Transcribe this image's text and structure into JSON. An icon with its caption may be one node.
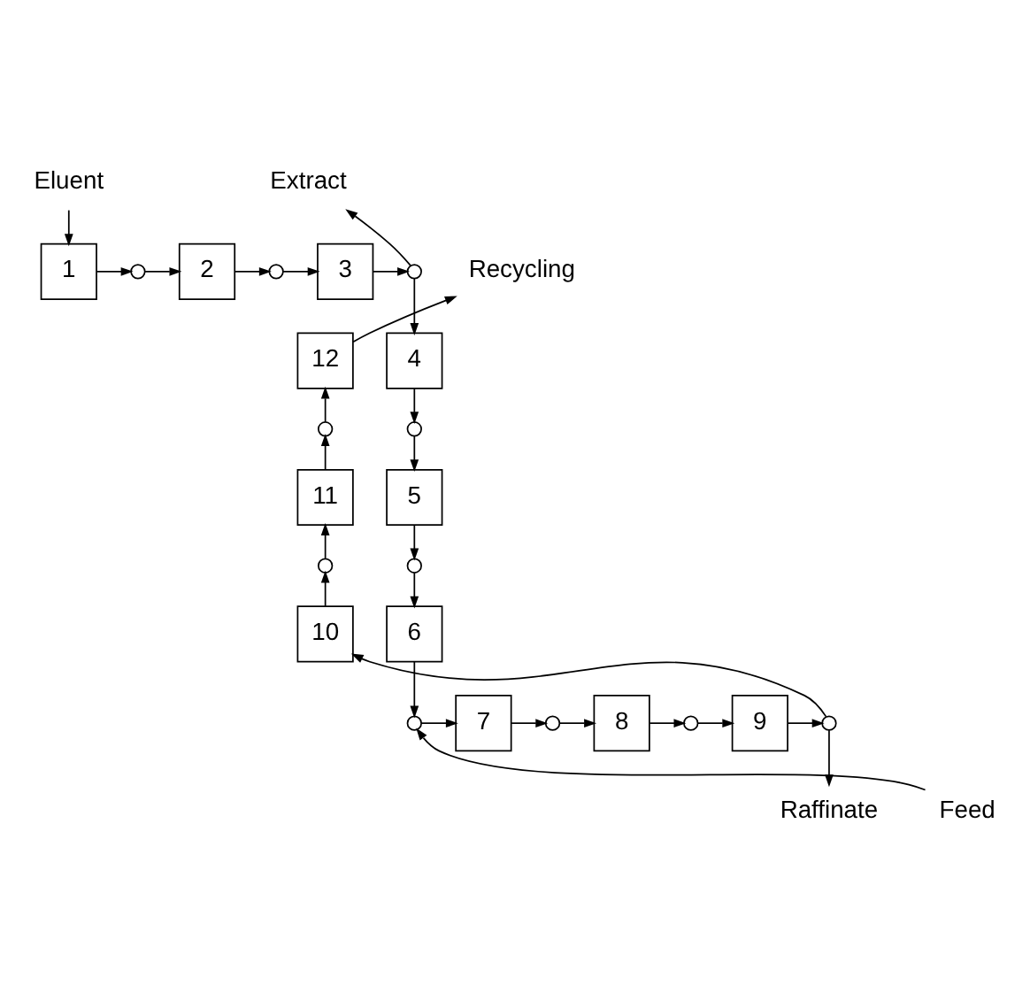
{
  "diagram": {
    "nodes": [
      {
        "text": [
          "Eluent"
        ]
      },
      {
        "text": [
          "1"
        ]
      },
      {
        "text": [],
        "shape": "circle"
      },
      {
        "text": [
          "2"
        ]
      },
      {
        "text": [],
        "shape": "circle"
      },
      {
        "text": [
          "3"
        ]
      },
      {
        "text": [],
        "shape": "circle"
      },
      {
        "text": [
          "Extract"
        ]
      },
      {
        "text": [
          "4"
        ]
      },
      {
        "text": [],
        "shape": "circle"
      },
      {
        "text": [
          "5"
        ]
      },
      {
        "text": [],
        "shape": "circle"
      },
      {
        "text": [
          "6"
        ]
      },
      {
        "text": [],
        "shape": "circle"
      },
      {
        "text": [
          "Feed"
        ]
      },
      {
        "text": [
          "7"
        ]
      },
      {
        "text": [],
        "shape": "circle"
      },
      {
        "text": [
          "8"
        ]
      },
      {
        "text": [],
        "shape": "circle"
      },
      {
        "text": [
          "9"
        ]
      },
      {
        "text": [],
        "shape": "circle"
      },
      {
        "text": [
          "Raffinate"
        ]
      },
      {
        "text": [
          "10"
        ]
      },
      {
        "text": [],
        "shape": "circle"
      },
      {
        "text": [
          "11"
        ]
      },
      {
        "text": [],
        "shape": "circle"
      },
      {
        "text": [
          "12"
        ]
      },
      {
        "text": [
          "Recycling"
        ]
      }
    ],
    "edges": [
      {
        "from": 0,
        "to": 1,
        "arrow": "to"
      },
      {
        "from": 1,
        "to": 2,
        "arrow": "to"
      },
      {
        "from": 2,
        "to": 3,
        "arrow": "to"
      },
      {
        "from": 3,
        "to": 4,
        "arrow": "to"
      },
      {
        "from": 4,
        "to": 5,
        "arrow": "to"
      },
      {
        "from": 5,
        "to": 6,
        "arrow": "to"
      },
      {
        "from": 6,
        "to": 7,
        "arrow": "to"
      },
      {
        "from": 6,
        "to": 8,
        "arrow": "to"
      },
      {
        "from": 8,
        "to": 9,
        "arrow": "to"
      },
      {
        "from": 9,
        "to": 10,
        "arrow": "to"
      },
      {
        "from": 10,
        "to": 11,
        "arrow": "to"
      },
      {
        "from": 11,
        "to": 12,
        "arrow": "to"
      },
      {
        "from": 12,
        "to": 13,
        "arrow": "to"
      },
      {
        "from": 14,
        "to": 13,
        "arrow": "to"
      },
      {
        "from": 13,
        "to": 15,
        "arrow": "to"
      },
      {
        "from": 15,
        "to": 16,
        "arrow": "to"
      },
      {
        "from": 16,
        "to": 17,
        "arrow": "to"
      },
      {
        "from": 17,
        "to": 18,
        "arrow": "to"
      },
      {
        "from": 18,
        "to": 19,
        "arrow": "to"
      },
      {
        "from": 19,
        "to": 20,
        "arrow": "to"
      },
      {
        "from": 20,
        "to": 21,
        "arrow": "to"
      },
      {
        "from": 20,
        "to": 22,
        "arrow": "to"
      },
      {
        "from": 22,
        "to": 23,
        "arrow": "to"
      },
      {
        "from": 23,
        "to": 24,
        "arrow": "to"
      },
      {
        "from": 24,
        "to": 25,
        "arrow": "to"
      },
      {
        "from": 25,
        "to": 26,
        "arrow": "to"
      },
      {
        "from": 26,
        "to": 27,
        "arrow": "to"
      }
    ]
  }
}
